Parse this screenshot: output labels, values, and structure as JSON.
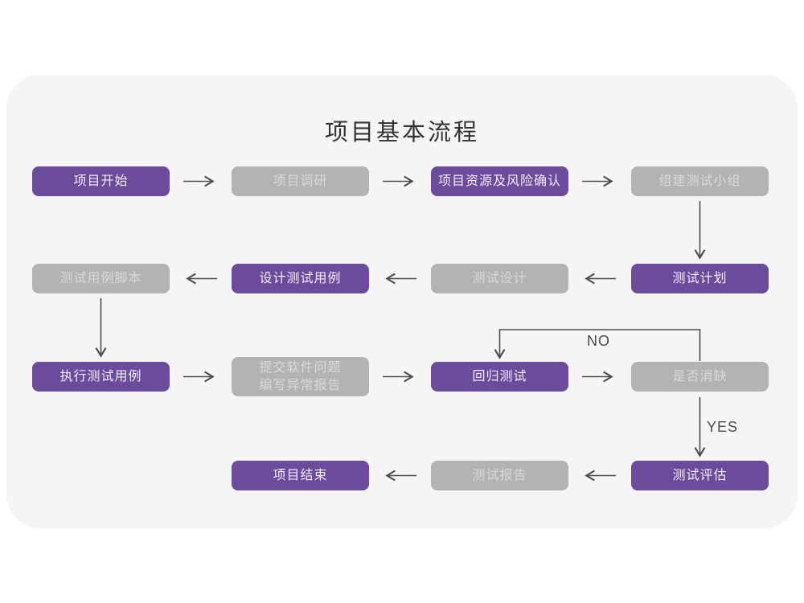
{
  "diagram": {
    "title": "项目基本流程",
    "colors": {
      "accent_purple": "#6b4b9b",
      "node_gray": "#b3b3b3",
      "card_background": "#f5f5f6",
      "page_background": "#ffffff",
      "arrow_line": "#4d4d4d",
      "title_text": "#333333"
    },
    "nodes": [
      {
        "id": "project-start",
        "label": "项目开始",
        "variant": "purple"
      },
      {
        "id": "project-research",
        "label": "项目调研",
        "variant": "gray"
      },
      {
        "id": "resource-risk-confirm",
        "label": "项目资源及风险确认",
        "variant": "purple"
      },
      {
        "id": "build-test-team",
        "label": "组建测试小组",
        "variant": "gray"
      },
      {
        "id": "test-plan",
        "label": "测试计划",
        "variant": "purple"
      },
      {
        "id": "test-design",
        "label": "测试设计",
        "variant": "gray"
      },
      {
        "id": "design-test-cases",
        "label": "设计测试用例",
        "variant": "purple"
      },
      {
        "id": "test-case-script",
        "label": "测试用例脚本",
        "variant": "gray"
      },
      {
        "id": "execute-test-cases",
        "label": "执行测试用例",
        "variant": "purple"
      },
      {
        "id": "submit-issues-report",
        "label": "提交软件问题\n编写异常报告",
        "variant": "gray"
      },
      {
        "id": "regression-test",
        "label": "回归测试",
        "variant": "purple"
      },
      {
        "id": "defect-cleared",
        "label": "是否消缺",
        "variant": "gray"
      },
      {
        "id": "test-evaluation",
        "label": "测试评估",
        "variant": "purple"
      },
      {
        "id": "test-report",
        "label": "测试报告",
        "variant": "gray"
      },
      {
        "id": "project-end",
        "label": "项目结束",
        "variant": "purple"
      }
    ],
    "flow_labels": {
      "no": "NO",
      "yes": "YES"
    }
  }
}
